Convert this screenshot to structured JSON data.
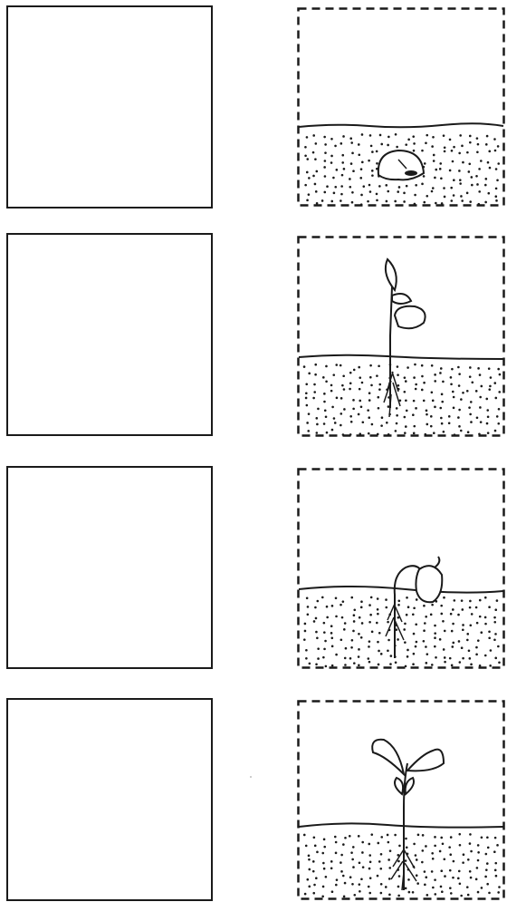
{
  "worksheet": {
    "blank_boxes": [
      "",
      "",
      "",
      ""
    ],
    "cut_cards": [
      {
        "stage": "seed-in-soil"
      },
      {
        "stage": "young-plant-with-seed-leaves"
      },
      {
        "stage": "sprouting-seed-with-hook"
      },
      {
        "stage": "seedling-with-first-leaves"
      }
    ]
  },
  "colors": {
    "line": "#1a1a1a",
    "paper": "#ffffff"
  }
}
